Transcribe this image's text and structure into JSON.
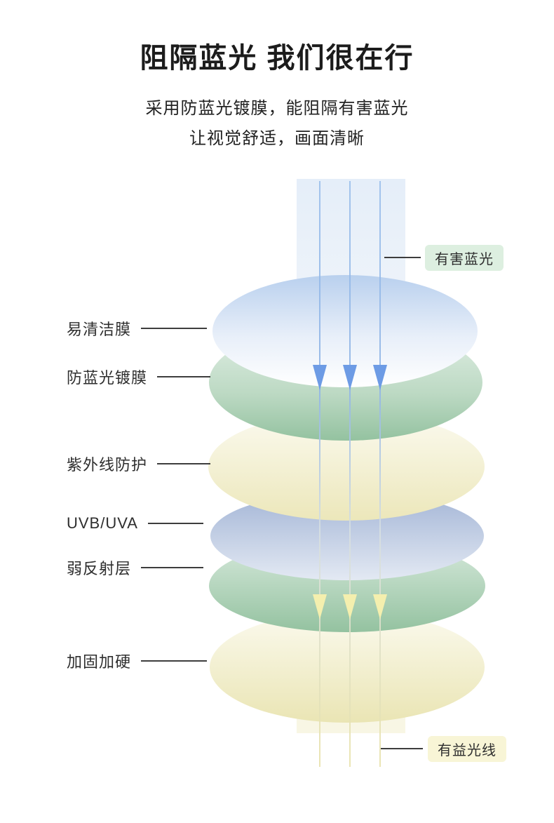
{
  "header": {
    "title": "阻隔蓝光 我们很在行",
    "subtitle_line1": "采用防蓝光镀膜，能阻隔有害蓝光",
    "subtitle_line2": "让视觉舒适，画面清晰"
  },
  "diagram": {
    "layer_labels": [
      {
        "label": "易清洁膜"
      },
      {
        "label": "防蓝光镀膜"
      },
      {
        "label": "紫外线防护"
      },
      {
        "label": "UVB/UVA"
      },
      {
        "label": "弱反射层"
      },
      {
        "label": "加固加硬"
      }
    ],
    "callouts": {
      "harmful_light": "有害蓝光",
      "beneficial_light": "有益光线"
    },
    "colors": {
      "harmful_pill_bg": "#ddefe0",
      "beneficial_pill_bg": "#f8f5d6",
      "blue_beam": "#7fa8e6",
      "yellow_beam": "#efe9b0",
      "pointer_line": "#3d3d3d"
    }
  }
}
